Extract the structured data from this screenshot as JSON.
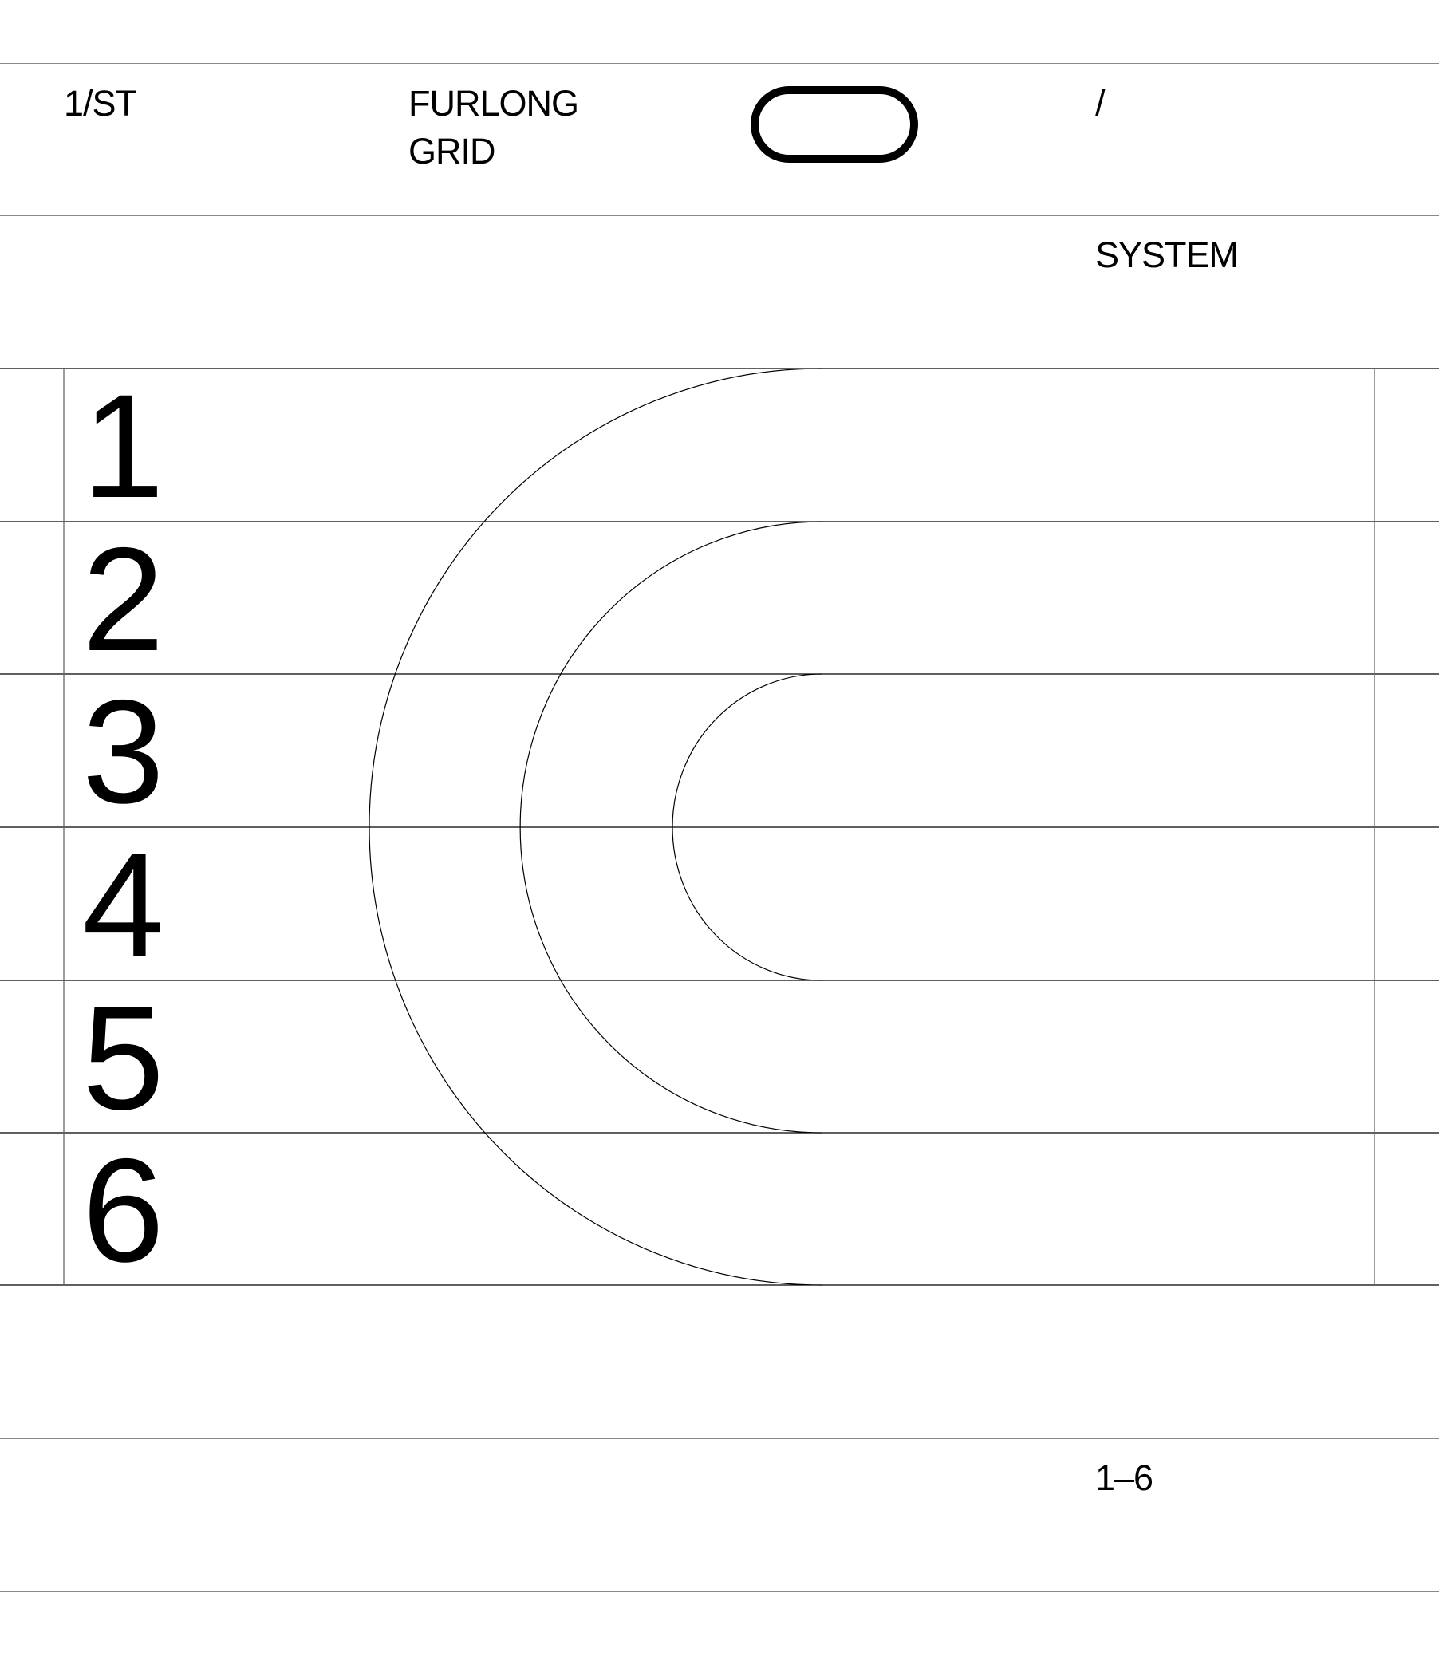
{
  "header": {
    "label": "1/ST",
    "title_line1": "FURLONG",
    "title_line2": "GRID",
    "logo_icon": "racetrack-oval-icon",
    "slash": "/",
    "system": "SYSTEM"
  },
  "grid": {
    "lanes": [
      "1",
      "2",
      "3",
      "4",
      "5",
      "6"
    ]
  },
  "footer": {
    "range": "1–6"
  }
}
